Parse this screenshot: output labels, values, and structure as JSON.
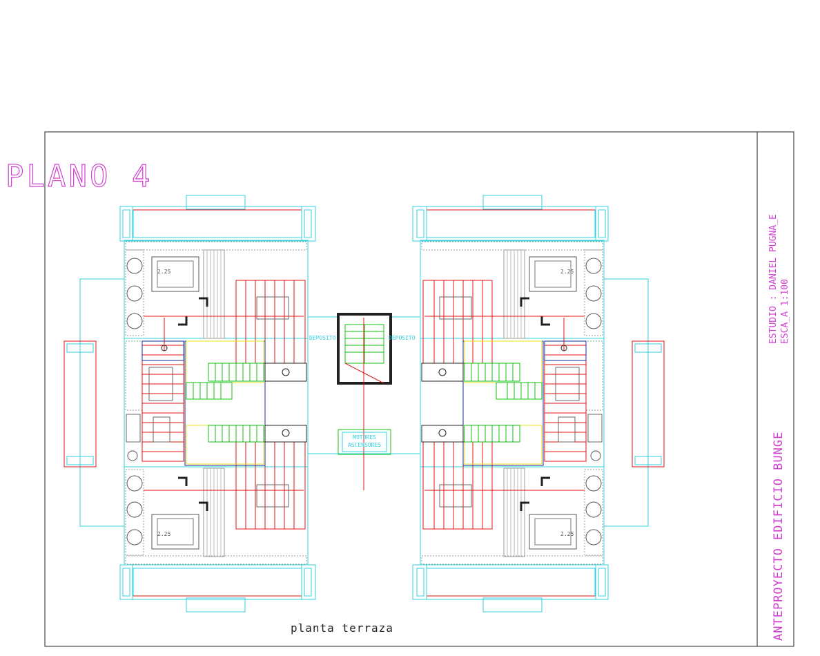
{
  "sheet": {
    "plan_number": "PLANO 4",
    "drawing_caption": "planta terraza"
  },
  "title_block": {
    "project": "ANTEPROYECTO  EDIFICIO  BUNGE",
    "studio": "ESTUDIO : DANIEL PUGNA_E",
    "scale": "ESCA_A 1:100"
  },
  "core_labels": {
    "deposit_left": "DEPOSITO",
    "deposit_right": "DEPOSITO",
    "motors_line1": "MOTORES",
    "motors_line2": "ASCENSORES"
  },
  "dimensions": {
    "top_left": "2.25",
    "top_right": "2.25",
    "bottom_left": "2.25",
    "bottom_right": "2.25"
  },
  "colors": {
    "magenta": "#d040d0",
    "cyan": "#30d0e0",
    "red": "#e01010",
    "green": "#10c010",
    "yellow": "#e8e020",
    "navy": "#1a2a9a",
    "black": "#202020",
    "gray": "#9a9a9a"
  }
}
